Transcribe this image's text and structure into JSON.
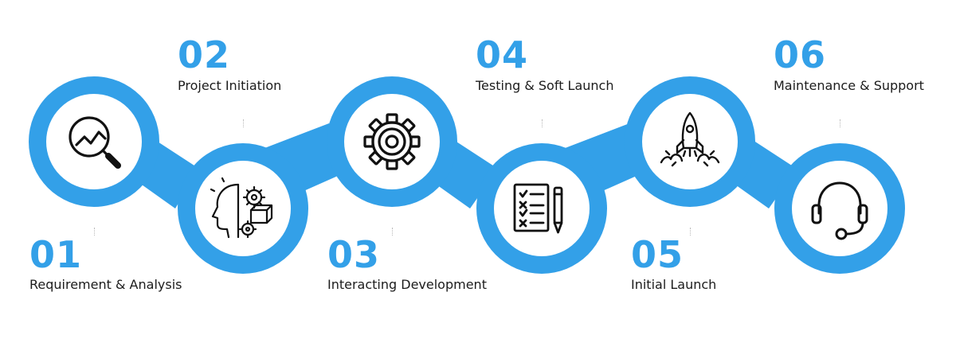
{
  "accent_color": "#33a0e8",
  "steps": [
    {
      "number": "01",
      "label": "Requirement & Analysis",
      "icon": "magnifier-chart-icon"
    },
    {
      "number": "02",
      "label": "Project Initiation",
      "icon": "brain-gears-icon"
    },
    {
      "number": "03",
      "label": "Interacting Development",
      "icon": "gear-icon"
    },
    {
      "number": "04",
      "label": "Testing & Soft Launch",
      "icon": "checklist-pencil-icon"
    },
    {
      "number": "05",
      "label": "Initial Launch",
      "icon": "rocket-icon"
    },
    {
      "number": "06",
      "label": "Maintenance & Support",
      "icon": "headset-icon"
    }
  ]
}
